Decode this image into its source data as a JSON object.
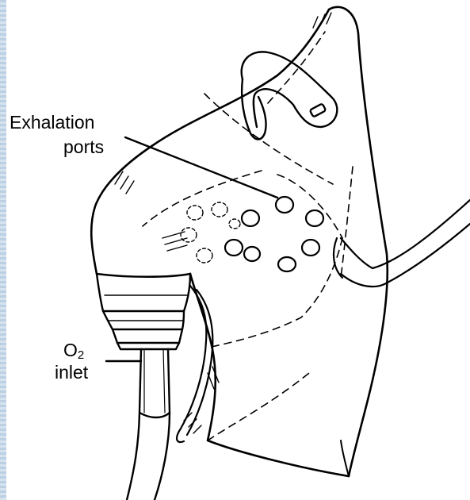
{
  "labels": {
    "exhalation_line1": "Exhalation",
    "exhalation_line2": "ports",
    "o2_main": "O",
    "o2_sub": "2",
    "inlet": "inlet"
  },
  "colors": {
    "ink": "#000000",
    "background": "#ffffff",
    "frame_strip": "#c9d9ea"
  }
}
